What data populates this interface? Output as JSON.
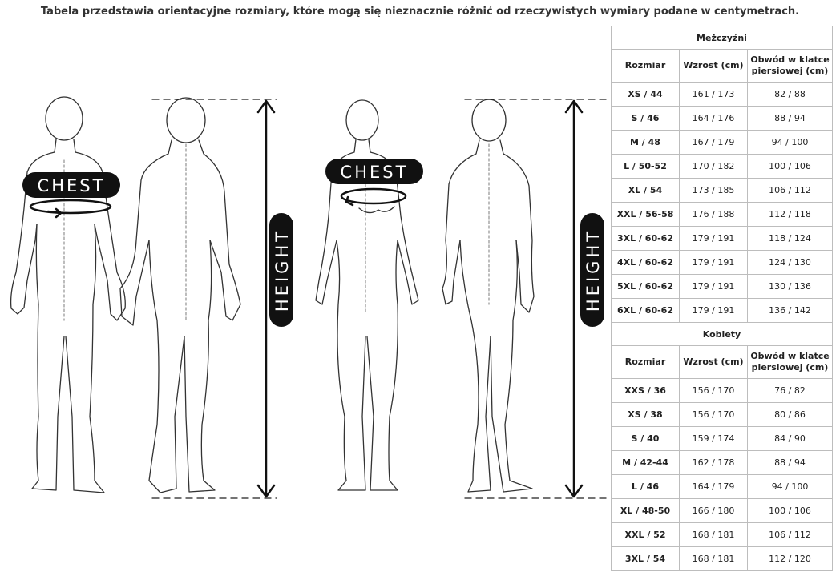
{
  "caption": "Tabela przedstawia orientacyjne rozmiary, które mogą się nieznacznie różnić od rzeczywistych wymiary podane w centymetrach.",
  "figure_labels": {
    "chest": "CHEST",
    "height": "HEIGHT"
  },
  "men": {
    "title": "Mężczyźni",
    "headers": [
      "Rozmiar",
      "Wzrost (cm)",
      "Obwód w klatce piersiowej (cm)"
    ],
    "rows": [
      [
        "XS / 44",
        "161 / 173",
        "82 / 88"
      ],
      [
        "S / 46",
        "164 / 176",
        "88 / 94"
      ],
      [
        "M / 48",
        "167 / 179",
        "94 / 100"
      ],
      [
        "L / 50-52",
        "170 / 182",
        "100 / 106"
      ],
      [
        "XL / 54",
        "173 / 185",
        "106 / 112"
      ],
      [
        "XXL / 56-58",
        "176 / 188",
        "112 / 118"
      ],
      [
        "3XL / 60-62",
        "179 / 191",
        "118 / 124"
      ],
      [
        "4XL / 60-62",
        "179 / 191",
        "124 / 130"
      ],
      [
        "5XL / 60-62",
        "179 / 191",
        "130 / 136"
      ],
      [
        "6XL / 60-62",
        "179 / 191",
        "136 / 142"
      ]
    ]
  },
  "women": {
    "title": "Kobiety",
    "headers": [
      "Rozmiar",
      "Wzrost (cm)",
      "Obwód w klatce piersiowej (cm)"
    ],
    "rows": [
      [
        "XXS / 36",
        "156 / 170",
        "76 / 82"
      ],
      [
        "XS / 38",
        "156 / 170",
        "80 / 86"
      ],
      [
        "S / 40",
        "159 / 174",
        "84 / 90"
      ],
      [
        "M / 42-44",
        "162 / 178",
        "88 / 94"
      ],
      [
        "L / 46",
        "164 / 179",
        "94 / 100"
      ],
      [
        "XL / 48-50",
        "166 / 180",
        "100 / 106"
      ],
      [
        "XXL / 52",
        "168 / 181",
        "106 / 112"
      ],
      [
        "3XL / 54",
        "168 / 181",
        "112 / 120"
      ]
    ]
  }
}
